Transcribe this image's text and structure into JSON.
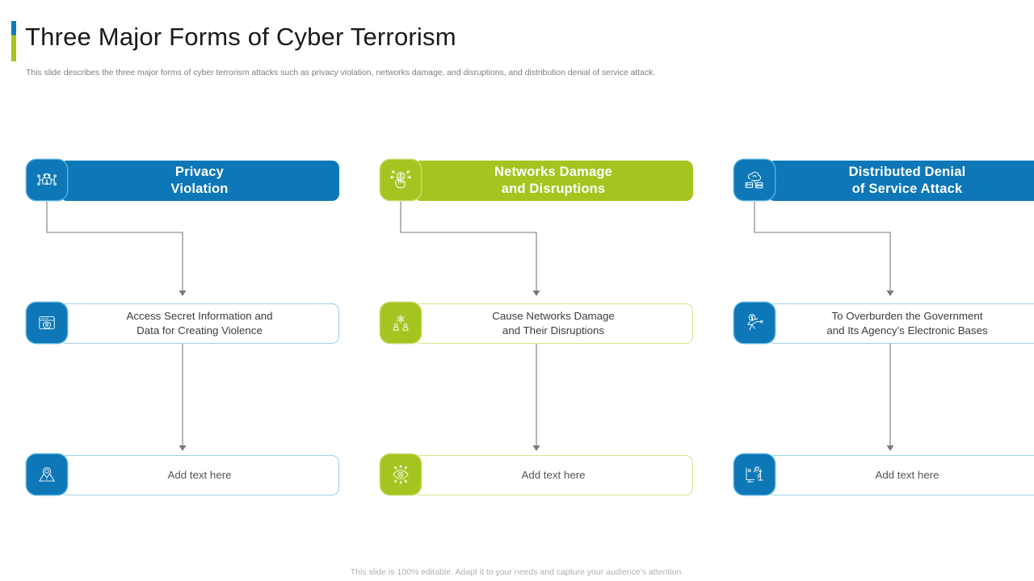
{
  "header": {
    "title": "Three Major Forms of Cyber Terrorism",
    "subtitle": "This slide describes the three major forms of cyber terrorism attacks such as privacy violation, networks damage, and disruptions, and distribution denial of service attack.",
    "accent_top_color": "#1079b8",
    "accent_bottom_color": "#a4c520"
  },
  "theme": {
    "blue": "#0e77b7",
    "green": "#a4c520",
    "blue_outline": "#9fd0e8",
    "green_outline": "#d6e48d",
    "connector": "#7a7a7a",
    "text_dark": "#3d3d3d",
    "text_muted": "#808080"
  },
  "columns": [
    {
      "color": "blue",
      "head": {
        "label": "Privacy\nViolation",
        "icon": "padlock-network-icon"
      },
      "mid": {
        "label": "Access Secret Information and\nData for Creating Violence",
        "icon": "browser-shield-icon"
      },
      "bot": {
        "label": "Add text here",
        "icon": "hacker-hood-icon"
      }
    },
    {
      "color": "green",
      "head": {
        "label": "Networks Damage\nand Disruptions",
        "icon": "hand-network-icon"
      },
      "mid": {
        "label": "Cause Networks Damage\nand Their Disruptions",
        "icon": "gear-users-icon"
      },
      "bot": {
        "label": "Add text here",
        "icon": "eye-surveillance-icon"
      }
    },
    {
      "color": "blue",
      "head": {
        "label": "Distributed Denial\nof Service Attack",
        "icon": "cloud-server-icon"
      },
      "mid": {
        "label": "To Overburden the Government\nand Its Agency’s Electronic Bases",
        "icon": "money-drain-icon"
      },
      "bot": {
        "label": "Add text here",
        "icon": "monitor-network-icon"
      }
    }
  ],
  "footer": {
    "note": "This slide is 100% editable. Adapt it to your needs and capture your audience’s attention."
  }
}
